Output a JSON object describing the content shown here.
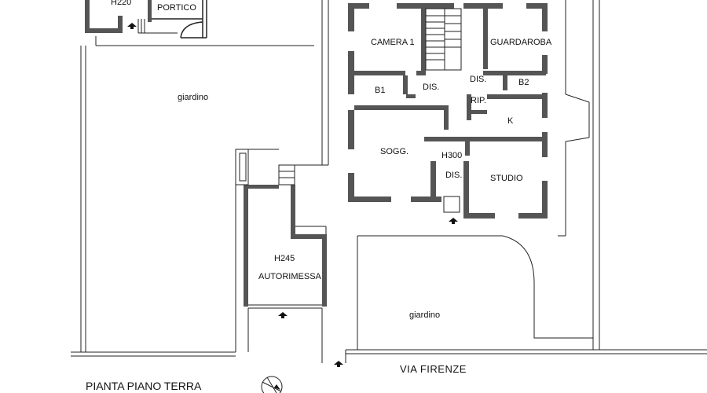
{
  "plan": {
    "title": "PIANTA PIANO TERRA",
    "street": "VIA FIRENZE",
    "rooms": {
      "h220": "H220",
      "portico": "PORTICO",
      "camera1": "CAMERA 1",
      "guardaroba": "GUARDAROBA",
      "b1": "B1",
      "dis_top": "DIS.",
      "dis_right": "DIS.",
      "b2": "B2",
      "rip": "RIP.",
      "k": "K",
      "sogg": "SOGG.",
      "h300": "H300",
      "dis_bottom": "DIS.",
      "studio": "STUDIO",
      "h245": "H245",
      "autorimessa": "AUTORIMESSA"
    },
    "gardens": {
      "upper": "giardino",
      "lower": "giardino"
    }
  }
}
